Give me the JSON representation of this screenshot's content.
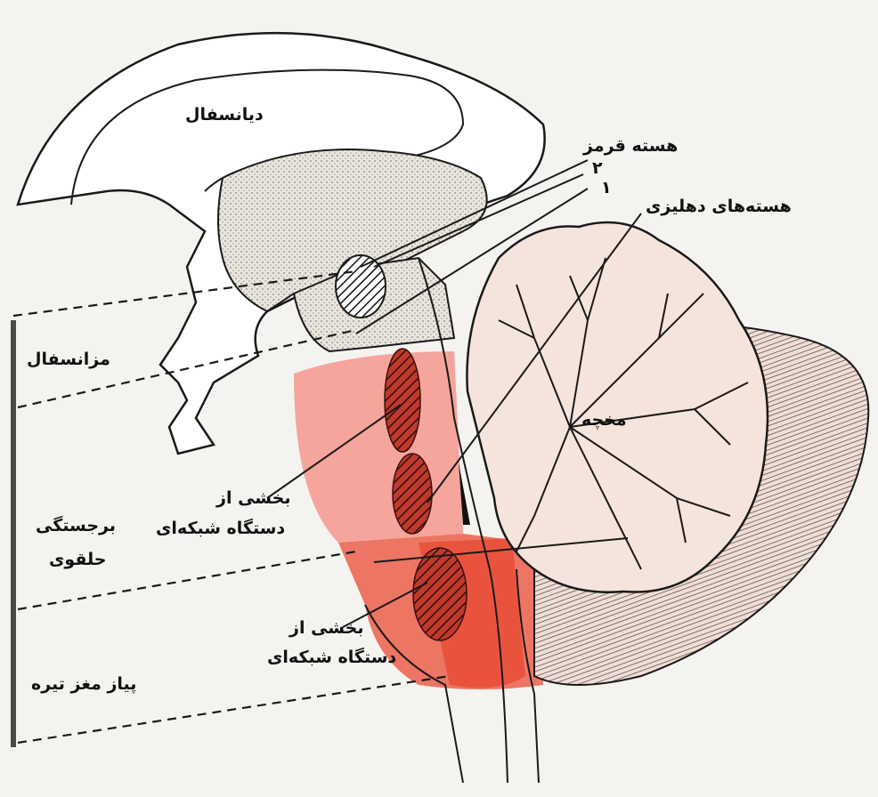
{
  "labels": {
    "diencephalon": "دیانسفال",
    "red_nucleus": "هسته قرمز",
    "pointer_2": "۲",
    "pointer_1": "۱",
    "vestibular_nuclei": "هسته‌های دهلیزی",
    "mesencephalon": "مزانسفال",
    "cerebellum": "مخچه",
    "reticular_upper_line1": "بخشی از",
    "reticular_upper_line2": "دستگاه شبکه‌ای",
    "pons_line1": "برجستگی",
    "pons_line2": "حلقوی",
    "reticular_lower_line1": "بخشی از",
    "reticular_lower_line2": "دستگاه شبکه‌ای",
    "medulla": "پیاز مغز تیره"
  },
  "colors": {
    "background": "#f4f3f0",
    "red_region_light": "#f4a096",
    "red_region_mid": "#ee7a6a",
    "red_region_dark": "#e8503a",
    "cerebellum_fill": "#f5e4dc",
    "outline": "#1a1a1a",
    "dashed_line": "#1a1a1a",
    "left_bar": "#4a4a4a"
  }
}
